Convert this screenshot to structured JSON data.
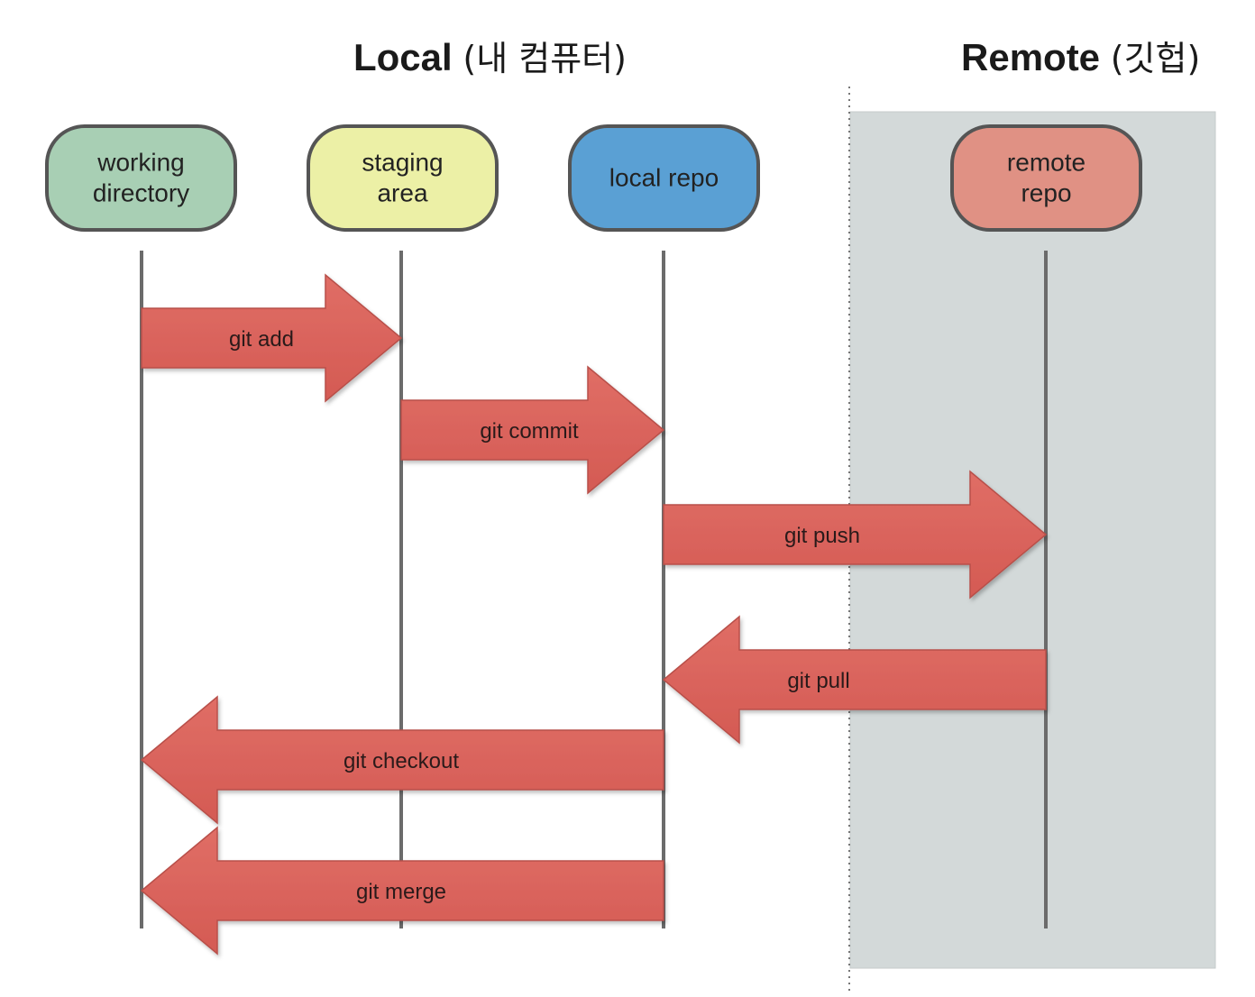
{
  "headings": {
    "local_bold": "Local",
    "local_sub": "(내 컴퓨터)",
    "remote_bold": "Remote",
    "remote_sub": "(깃헙)"
  },
  "nodes": [
    {
      "id": "working-directory",
      "lines": [
        "working",
        "directory"
      ],
      "color": "#a8cfb4"
    },
    {
      "id": "staging-area",
      "lines": [
        "staging",
        "area"
      ],
      "color": "#ecf0a6"
    },
    {
      "id": "local-repo",
      "lines": [
        "local repo"
      ],
      "color": "#5aa0d4"
    },
    {
      "id": "remote-repo",
      "lines": [
        "remote",
        "repo"
      ],
      "color": "#e09184"
    }
  ],
  "commands": [
    {
      "id": "git-add",
      "label": "git add",
      "from": "working-directory",
      "to": "staging-area"
    },
    {
      "id": "git-commit",
      "label": "git commit",
      "from": "staging-area",
      "to": "local-repo"
    },
    {
      "id": "git-push",
      "label": "git push",
      "from": "local-repo",
      "to": "remote-repo"
    },
    {
      "id": "git-pull",
      "label": "git pull",
      "from": "remote-repo",
      "to": "local-repo"
    },
    {
      "id": "git-checkout",
      "label": "git checkout",
      "from": "local-repo",
      "to": "working-directory"
    },
    {
      "id": "git-merge",
      "label": "git merge",
      "from": "local-repo",
      "to": "working-directory"
    }
  ],
  "colors": {
    "arrow_fill": "#d9625b",
    "arrow_stroke": "#b8504a",
    "remote_area": "#d3d9d9",
    "lifeline": "#6b6b6b",
    "node_border": "#555555"
  }
}
